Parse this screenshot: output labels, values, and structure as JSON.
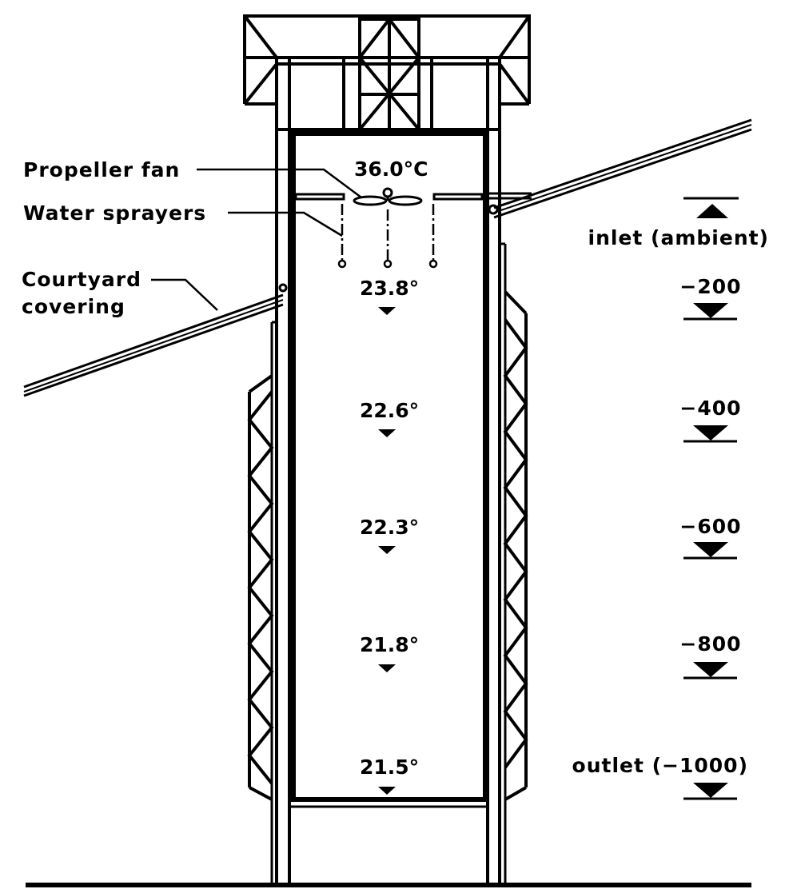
{
  "labels": {
    "propeller_fan": "Propeller fan",
    "water_sprayers": "Water sprayers",
    "courtyard_covering_line1": "Courtyard",
    "courtyard_covering_line2": "covering"
  },
  "fan_temperature": "36.0°C",
  "temperatures": [
    "23.8°",
    "22.6°",
    "22.3°",
    "21.8°",
    "21.5°"
  ],
  "levels": [
    "inlet (ambient)",
    "−200",
    "−400",
    "−600",
    "−800",
    "outlet (−1000)"
  ]
}
